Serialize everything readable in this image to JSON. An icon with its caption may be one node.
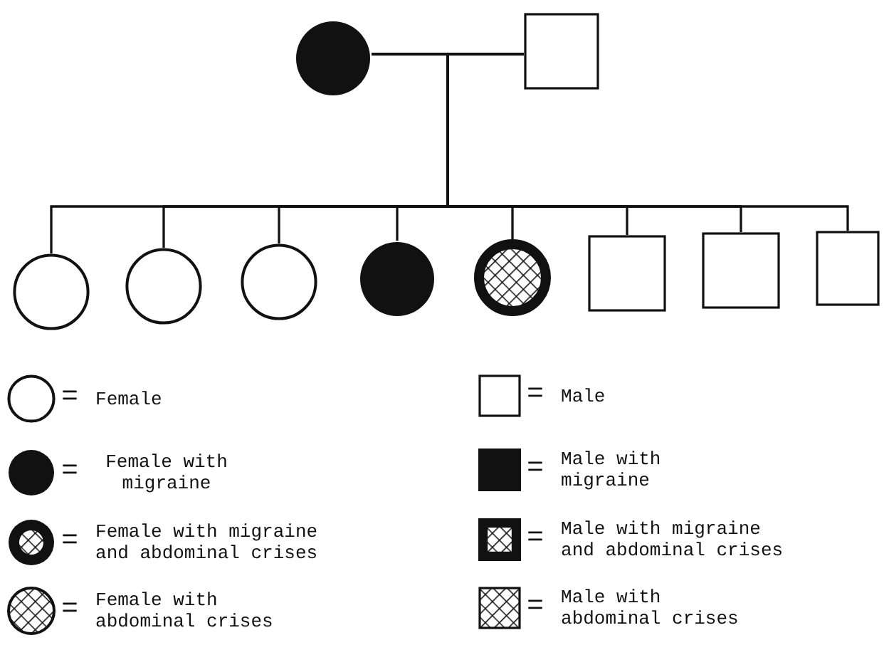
{
  "diagram": {
    "nodes": [
      {
        "text": [],
        "shape": "circle"
      },
      {
        "text": [],
        "shape": "box"
      },
      {
        "text": [],
        "shape": "circle"
      },
      {
        "text": [],
        "shape": "circle"
      },
      {
        "text": [],
        "shape": "circle"
      },
      {
        "text": [],
        "shape": "circle"
      },
      {
        "text": [],
        "shape": "circle"
      },
      {
        "text": [],
        "shape": "box"
      },
      {
        "text": [],
        "shape": "box"
      },
      {
        "text": [],
        "shape": "box"
      }
    ],
    "edges": [
      {
        "from": 0,
        "to": 1,
        "arrow": "none"
      },
      {
        "from": 0,
        "to": 2,
        "arrow": "none"
      },
      {
        "from": 0,
        "to": 3,
        "arrow": "none"
      },
      {
        "from": 0,
        "to": 4,
        "arrow": "none"
      },
      {
        "from": 0,
        "to": 5,
        "arrow": "none"
      },
      {
        "from": 0,
        "to": 6,
        "arrow": "none"
      },
      {
        "from": 0,
        "to": 7,
        "arrow": "none"
      },
      {
        "from": 0,
        "to": 8,
        "arrow": "none"
      },
      {
        "from": 0,
        "to": 9,
        "arrow": "none"
      },
      {
        "from": 1,
        "to": 2,
        "arrow": "none"
      },
      {
        "from": 1,
        "to": 3,
        "arrow": "none"
      },
      {
        "from": 1,
        "to": 4,
        "arrow": "none"
      },
      {
        "from": 1,
        "to": 5,
        "arrow": "none"
      },
      {
        "from": 1,
        "to": 6,
        "arrow": "none"
      },
      {
        "from": 1,
        "to": 7,
        "arrow": "none"
      },
      {
        "from": 1,
        "to": 8,
        "arrow": "none"
      },
      {
        "from": 1,
        "to": 9,
        "arrow": "none"
      }
    ],
    "labels": [
      "=",
      "=",
      "=",
      "=",
      "=",
      "=",
      "=",
      "="
    ],
    "legend": [
      {
        "text": "Female"
      },
      {
        "text": "Female with migraine"
      },
      {
        "text": "Female with migraine and abdominal crises"
      },
      {
        "text": "Female with abdominal crises"
      },
      {
        "text": "Male"
      },
      {
        "text": "Male with migraine"
      },
      {
        "text": "Male with migraine and abdominal crises"
      },
      {
        "text": "Male with abdominal crises"
      }
    ]
  }
}
